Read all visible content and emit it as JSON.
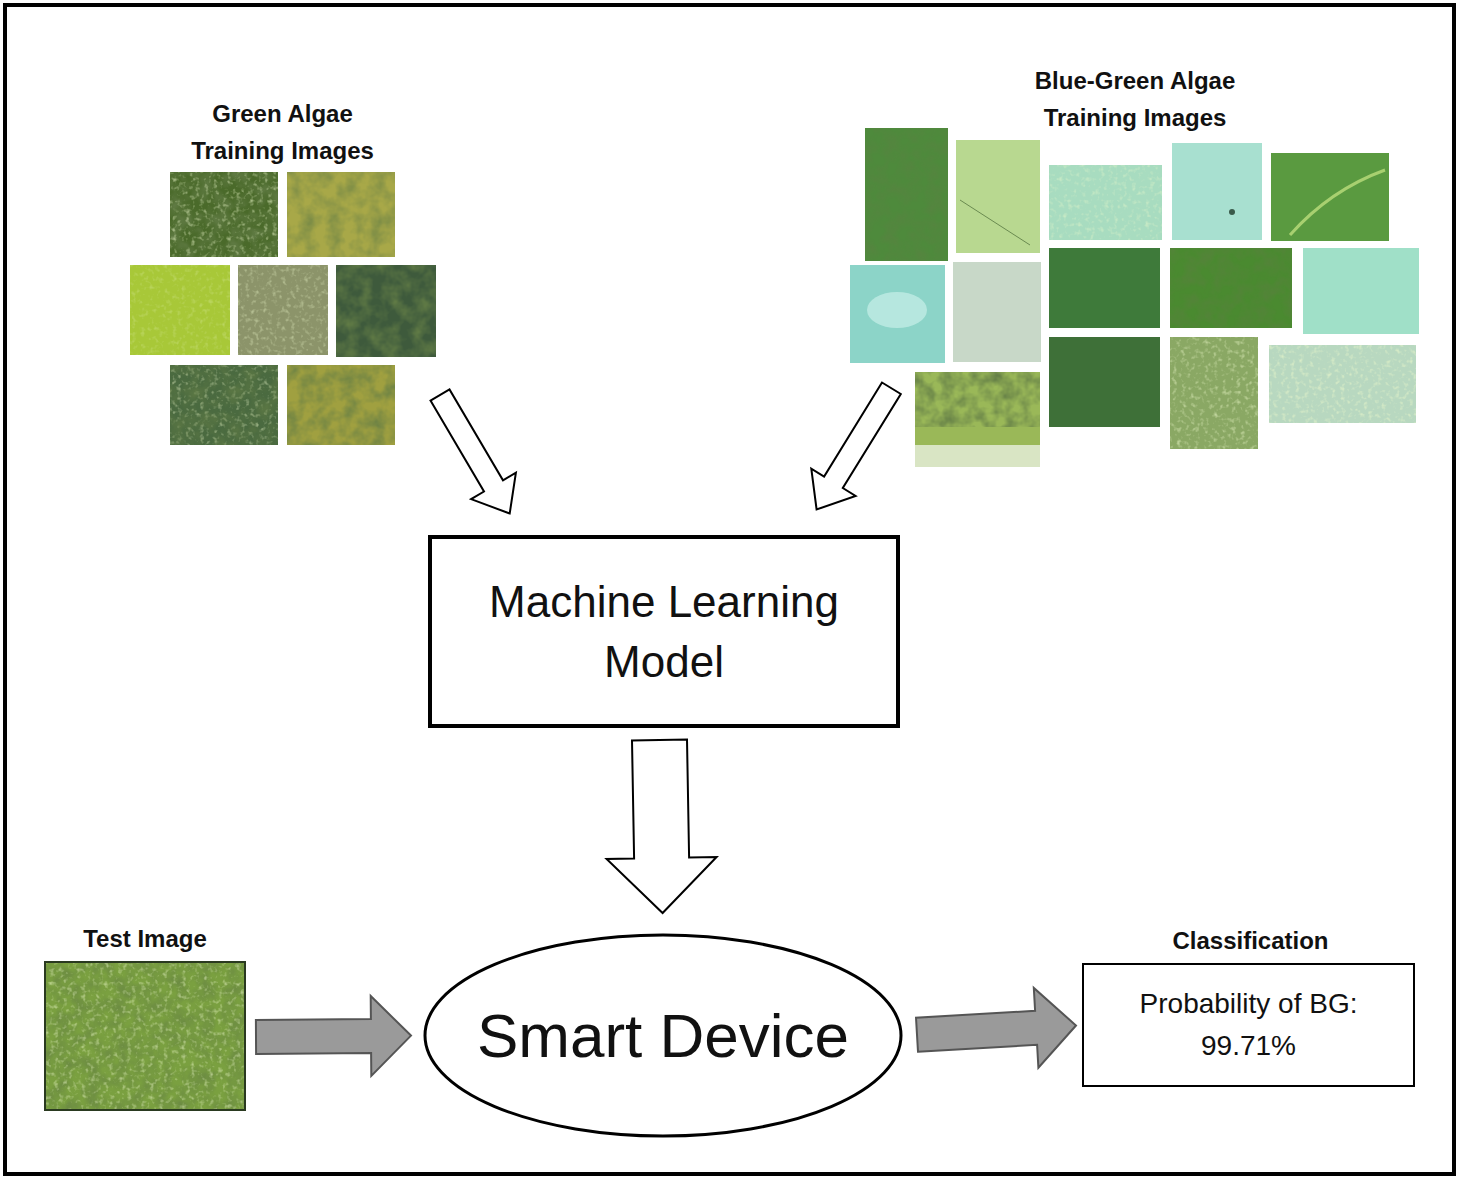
{
  "diagram": {
    "nodes": [
      {
        "text": [
          "Green Algae Training Images"
        ]
      },
      {
        "text": [
          "Blue-Green Algae Training Images"
        ]
      },
      {
        "text": [
          "Machine Learning Model"
        ]
      },
      {
        "text": [
          "Test Image"
        ]
      },
      {
        "text": [
          "Smart Device"
        ]
      },
      {
        "text": [
          "Classification",
          "Probability of BG: 99.71%"
        ]
      }
    ],
    "edges": [
      {
        "from": 0,
        "to": 2,
        "arrow": "to"
      },
      {
        "from": 1,
        "to": 2,
        "arrow": "to"
      },
      {
        "from": 2,
        "to": 4,
        "arrow": "to"
      },
      {
        "from": 3,
        "to": 4,
        "arrow": "to"
      },
      {
        "from": 4,
        "to": 5,
        "arrow": "to"
      }
    ]
  }
}
